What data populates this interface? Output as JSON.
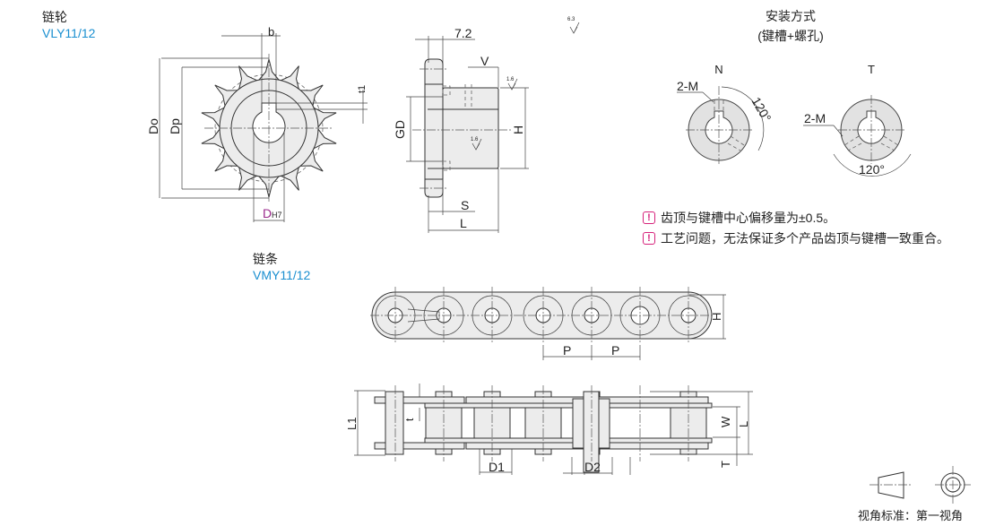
{
  "sprocket": {
    "title": "链轮",
    "code": "VLY11/12",
    "labels": {
      "b": "b",
      "do": "Do",
      "dp": "Dp",
      "t1": "t1",
      "d": "D",
      "h7": "H7",
      "w72": "7.2",
      "v": "V",
      "gd": "GD",
      "h": "H",
      "s": "S",
      "l": "L",
      "r16a": "1.6",
      "r16b": "1.6",
      "r63": "6.3"
    },
    "teeth": 14
  },
  "mounting": {
    "title": "安装方式",
    "subtitle": "(键槽+螺孔)",
    "n": "N",
    "t": "T",
    "m1": "2-M",
    "m2": "2-M",
    "a1": "120°",
    "a2": "120°"
  },
  "notes": [
    "齿顶与键槽中心偏移量为±0.5。",
    "工艺问题，无法保证多个产品齿顶与键槽一致重合。"
  ],
  "chain": {
    "title": "链条",
    "code": "VMY11/12",
    "labels": {
      "h": "H",
      "p1": "P",
      "p2": "P",
      "l1": "L1",
      "t": "t",
      "d1": "D1",
      "d2": "D2",
      "w": "W",
      "l": "L",
      "tt": "T"
    }
  },
  "projection": {
    "label": "视角标准：第一视角"
  },
  "colors": {
    "accent": "#1a8fd0",
    "warning": "#d6217a",
    "magenta": "#9b2a8c"
  }
}
